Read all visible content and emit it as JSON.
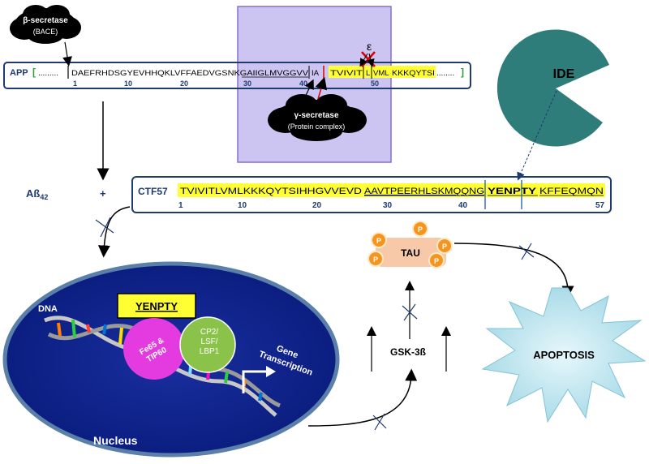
{
  "app": {
    "label": "APP",
    "bracket_open": "[",
    "dots_left": ".........",
    "seq_main": "DAEFRHDSGYEVHHQKLVFFAEDVGSNKGAIIGLMVGGVV",
    "seq_ia": "IA",
    "seq_tv": "TVIVIT",
    "seq_l": "L",
    "seq_rest": "VML",
    "seq_tail": "KKKQYTSI",
    "dots_right": "........",
    "bracket_close": "]",
    "ticks": [
      "1",
      "10",
      "20",
      "30",
      "40",
      "50"
    ]
  },
  "beta_secretase": {
    "name": "β-secretase",
    "sub": "(BACE)"
  },
  "gamma_secretase": {
    "name": "γ-secretase",
    "sub": "(Protein complex)"
  },
  "epsilon": "ε",
  "ide": "IDE",
  "abeta": {
    "main": "Aß",
    "sub": "42",
    "plus": "+"
  },
  "ctf57": {
    "label": "CTF57",
    "seq_a": "TVIVITLVMLKKKQYTSIHHGVVEVD",
    "seq_b": "AAVTPEERHLSKMQQNG",
    "seq_c": "YENPTY",
    "seq_d": "KFFEQMQN",
    "ticks": [
      "1",
      "10",
      "20",
      "30",
      "40",
      "57"
    ]
  },
  "tau": {
    "label": "TAU",
    "p": "P"
  },
  "yenpty_box": "YENPTY",
  "nucleus": {
    "dna": "DNA",
    "fe65_line1": "Fe65 &",
    "fe65_line2": "TIP60",
    "cp2_line1": "CP2/",
    "cp2_line2": "LSF/",
    "cp2_line3": "LBP1",
    "gene_line1": "Gene",
    "gene_line2": "Transcription",
    "label": "Nucleus"
  },
  "gsk": "GSK-3ß",
  "apoptosis": "APOPTOSIS",
  "colors": {
    "navy": "#1f3a6e",
    "yellow": "#ffff33",
    "purple_box": "#c7bff0",
    "teal": "#2e7d7a",
    "nucleus": "#0b1f8a",
    "pink": "#e43be0",
    "green": "#8bc34a",
    "tau": "#f7c9a8",
    "p_circle": "#f7941d"
  }
}
